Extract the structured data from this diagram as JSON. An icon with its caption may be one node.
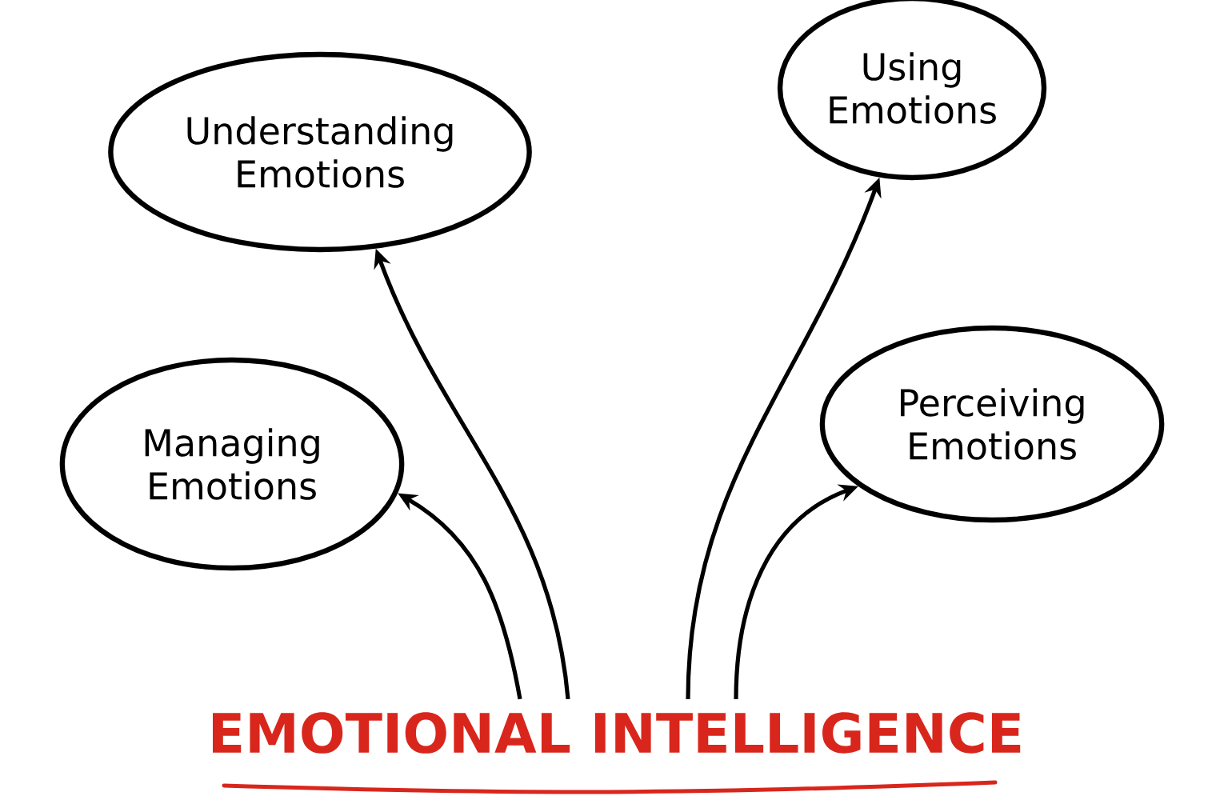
{
  "diagram": {
    "nodes": [
      {
        "text": [
          "Understanding Emotions"
        ]
      },
      {
        "text": [
          "Using Emotions"
        ]
      },
      {
        "text": [
          "Managing Emotions"
        ]
      },
      {
        "text": [
          "Perceiving Emotions"
        ]
      },
      {
        "text": [
          "EMOTIONAL INTELLIGENCE"
        ]
      }
    ],
    "edges": [
      {
        "from": 4,
        "to": 0,
        "arrow": "to"
      },
      {
        "from": 4,
        "to": 1,
        "arrow": "to"
      },
      {
        "from": 4,
        "to": 2,
        "arrow": "to"
      },
      {
        "from": 4,
        "to": 3,
        "arrow": "to"
      }
    ]
  }
}
